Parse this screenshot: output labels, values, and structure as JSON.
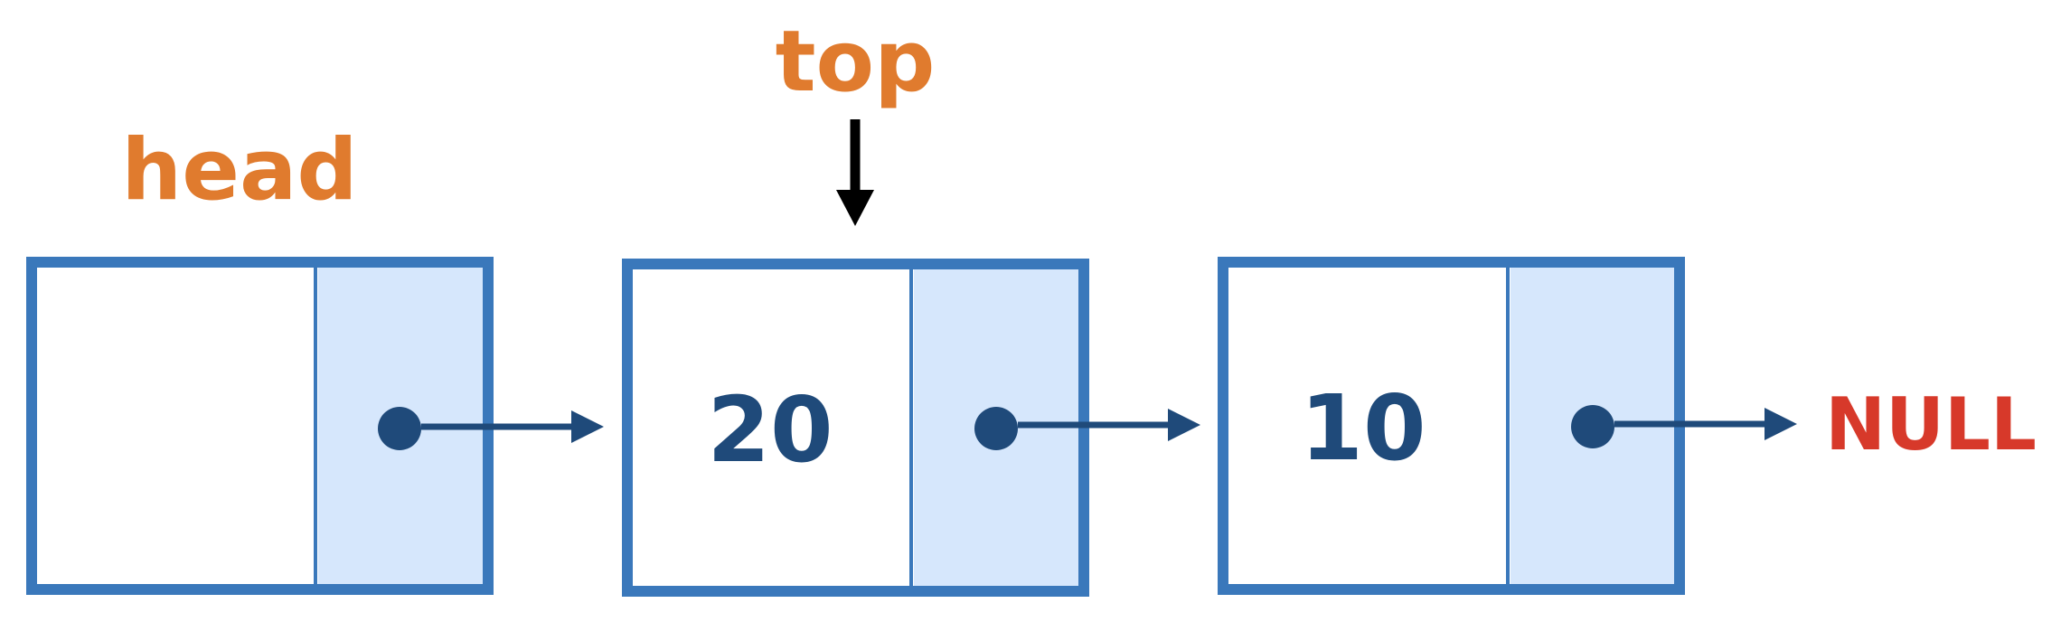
{
  "labels": {
    "head": "head",
    "top": "top",
    "null": "NULL"
  },
  "nodes": [
    {
      "value": ""
    },
    {
      "value": "20"
    },
    {
      "value": "10"
    }
  ],
  "colors": {
    "node_border": "#3A78BB",
    "pointer_fill": "#D6E7FC",
    "value_text": "#1F4A7A",
    "dot": "#1F4A7A",
    "head_label": "#E07B2E",
    "top_label": "#E07B2E",
    "null_label": "#D7392A",
    "top_arrow": "#000000"
  }
}
